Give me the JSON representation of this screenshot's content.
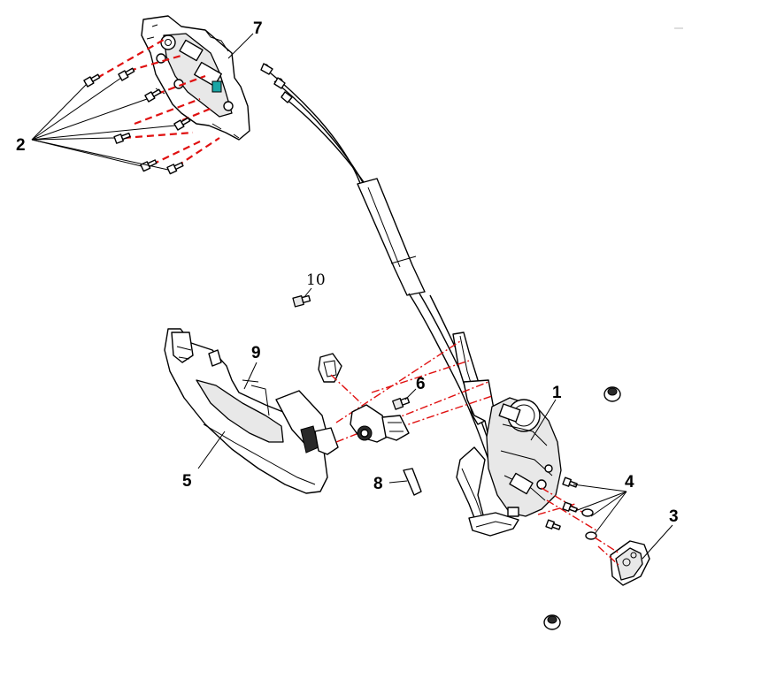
{
  "callouts": [
    {
      "id": "c1",
      "label": "1"
    },
    {
      "id": "c2",
      "label": "2"
    },
    {
      "id": "c3",
      "label": "3"
    },
    {
      "id": "c4",
      "label": "4"
    },
    {
      "id": "c5",
      "label": "5"
    },
    {
      "id": "c6",
      "label": "6"
    },
    {
      "id": "c7",
      "label": "7"
    },
    {
      "id": "c8",
      "label": "8"
    },
    {
      "id": "c9",
      "label": "9"
    },
    {
      "id": "c10",
      "label": "10"
    }
  ],
  "colors": {
    "line": "#000000",
    "dashed_guide": "#e01010",
    "background": "#ffffff",
    "accent_clip": "#1aa6a6"
  }
}
